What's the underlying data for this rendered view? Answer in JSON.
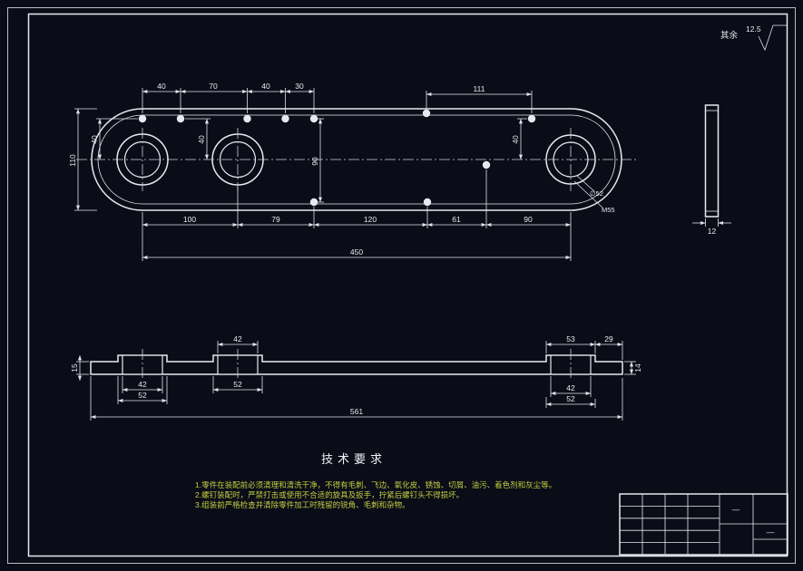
{
  "surface": {
    "prefix": "其余",
    "value": "12.5"
  },
  "top_view": {
    "chain_top": [
      "40",
      "70",
      "40",
      "30"
    ],
    "dim_111": "111",
    "chain_bottom": [
      "100",
      "79",
      "120",
      "61",
      "90"
    ],
    "overall": "450",
    "height": "110",
    "v40_left": "40",
    "v40_mid": "40",
    "v90": "90",
    "v40_right": "40",
    "label_bore": "∅52",
    "label_thread": "M55"
  },
  "side_view": {
    "width": "12"
  },
  "section": {
    "hole_mid": "42",
    "left_height": "15",
    "boss_right": "53",
    "edge_right": "29",
    "left_hole": "42",
    "left_boss": "52",
    "mid_boss": "52",
    "right_hole": "42",
    "right_boss": "52",
    "overall": "561",
    "thickness": "14"
  },
  "tech": {
    "title": "技术要求",
    "items": [
      "1.零件在装配前必须清理和清洗干净，不得有毛刺、飞边、氧化皮、锈蚀、切屑、油污、着色剂和灰尘等。",
      "2.螺钉装配时，严禁打击或使用不合适的旋具及扳手，拧紧后螺钉头不得损坏。",
      "3.组装前严格检查并清除零件加工时残留的锐角、毛刺和杂物。"
    ]
  },
  "title_block": {
    "dash_a": "—",
    "dash_b": "—"
  }
}
